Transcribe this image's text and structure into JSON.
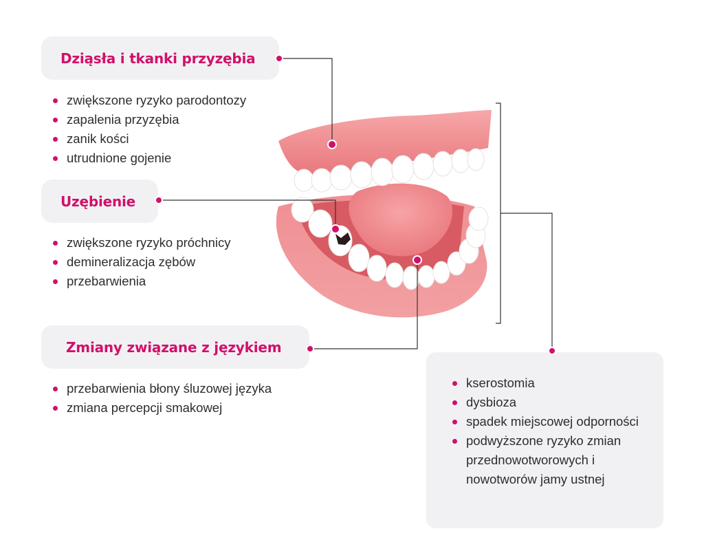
{
  "sections": {
    "gums": {
      "title": "Dziąsła i tkanki przyzębia",
      "items": [
        "zwiększone ryzyko parodontozy",
        "zapalenia przyzębia",
        "zanik kości",
        "utrudnione gojenie"
      ]
    },
    "teeth": {
      "title": "Uzębienie",
      "items": [
        "zwiększone ryzyko próchnicy",
        "demineralizacja zębów",
        "przebarwienia"
      ]
    },
    "tongue": {
      "title": "Zmiany związane z językiem",
      "items": [
        "przebarwienia błony śluzowej języka",
        "zmiana percepcji smakowej"
      ]
    },
    "mouth": {
      "items": [
        "kserostomia",
        "dysbioza",
        "spadek miejscowej odporności",
        "podwyższone ryzyko zmian przednowotworowych i nowotworów jamy ustnej"
      ]
    }
  },
  "colors": {
    "accent": "#d1106b",
    "box_background": "#f1f1f3",
    "gum": "#f08a8f",
    "tooth": "#ffffff",
    "connector": "#333333"
  }
}
